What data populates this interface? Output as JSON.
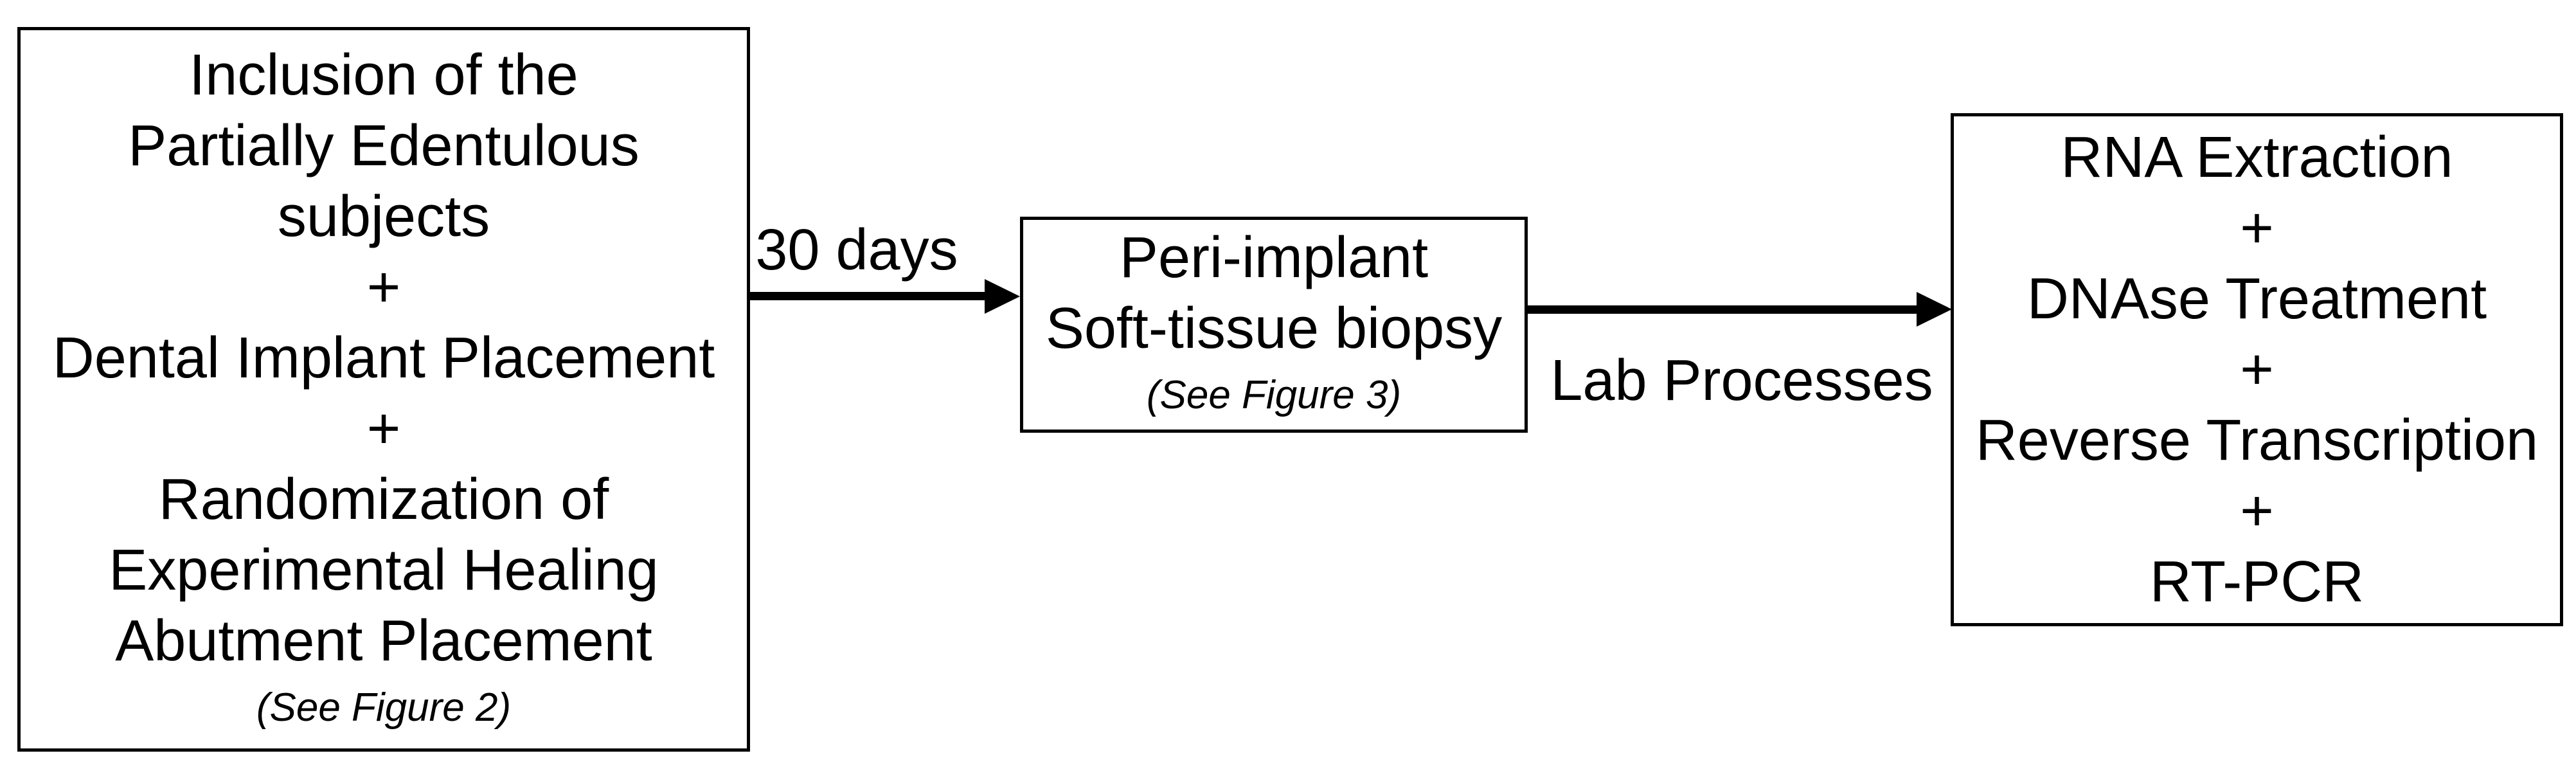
{
  "figure": {
    "background_color": "#ffffff",
    "ink_color": "#000000"
  },
  "boxes": {
    "inclusion": {
      "lines": [
        "Inclusion of the",
        "Partially Edentulous",
        "subjects",
        "+",
        "Dental Implant Placement",
        "+",
        "Randomization of",
        "Experimental Healing",
        "Abutment Placement"
      ],
      "note": "(See Figure 2)"
    },
    "biopsy": {
      "lines": [
        "Peri-implant",
        "Soft-tissue biopsy"
      ],
      "note": "(See Figure 3)"
    },
    "lab": {
      "lines": [
        "RNA Extraction",
        "+",
        "DNAse Treatment",
        "+",
        "Reverse Transcription",
        "+",
        "RT-PCR"
      ]
    }
  },
  "arrows": [
    {
      "label": "30 days",
      "label_position": "above",
      "from": "inclusion",
      "to": "biopsy"
    },
    {
      "label": "Lab Processes",
      "label_position": "below",
      "from": "biopsy",
      "to": "lab"
    }
  ]
}
